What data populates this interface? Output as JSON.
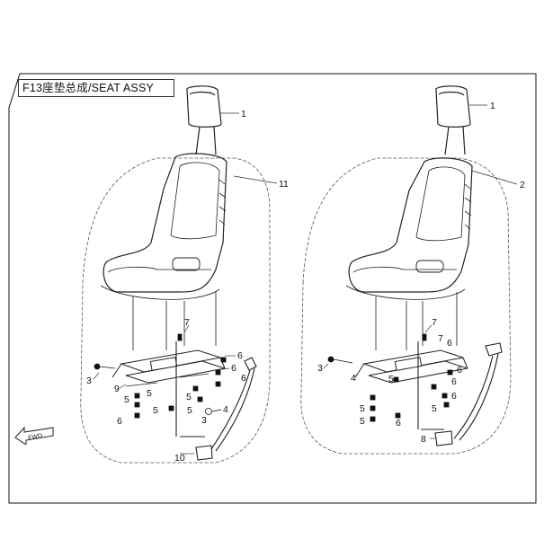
{
  "title": "F13座垫总成/SEAT ASSY",
  "fwd_label": "FWD",
  "left_assembly": {
    "callouts": [
      "1",
      "11",
      "7",
      "6",
      "3",
      "6",
      "9",
      "5",
      "5",
      "6",
      "5",
      "5",
      "5",
      "6",
      "3",
      "4",
      "10"
    ]
  },
  "right_assembly": {
    "callouts": [
      "1",
      "2",
      "7",
      "7",
      "6",
      "3",
      "4",
      "5",
      "6",
      "6",
      "6",
      "5",
      "5",
      "5",
      "6",
      "8"
    ]
  },
  "colors": {
    "line": "#222222",
    "frame": "#111111",
    "bg": "#ffffff"
  }
}
